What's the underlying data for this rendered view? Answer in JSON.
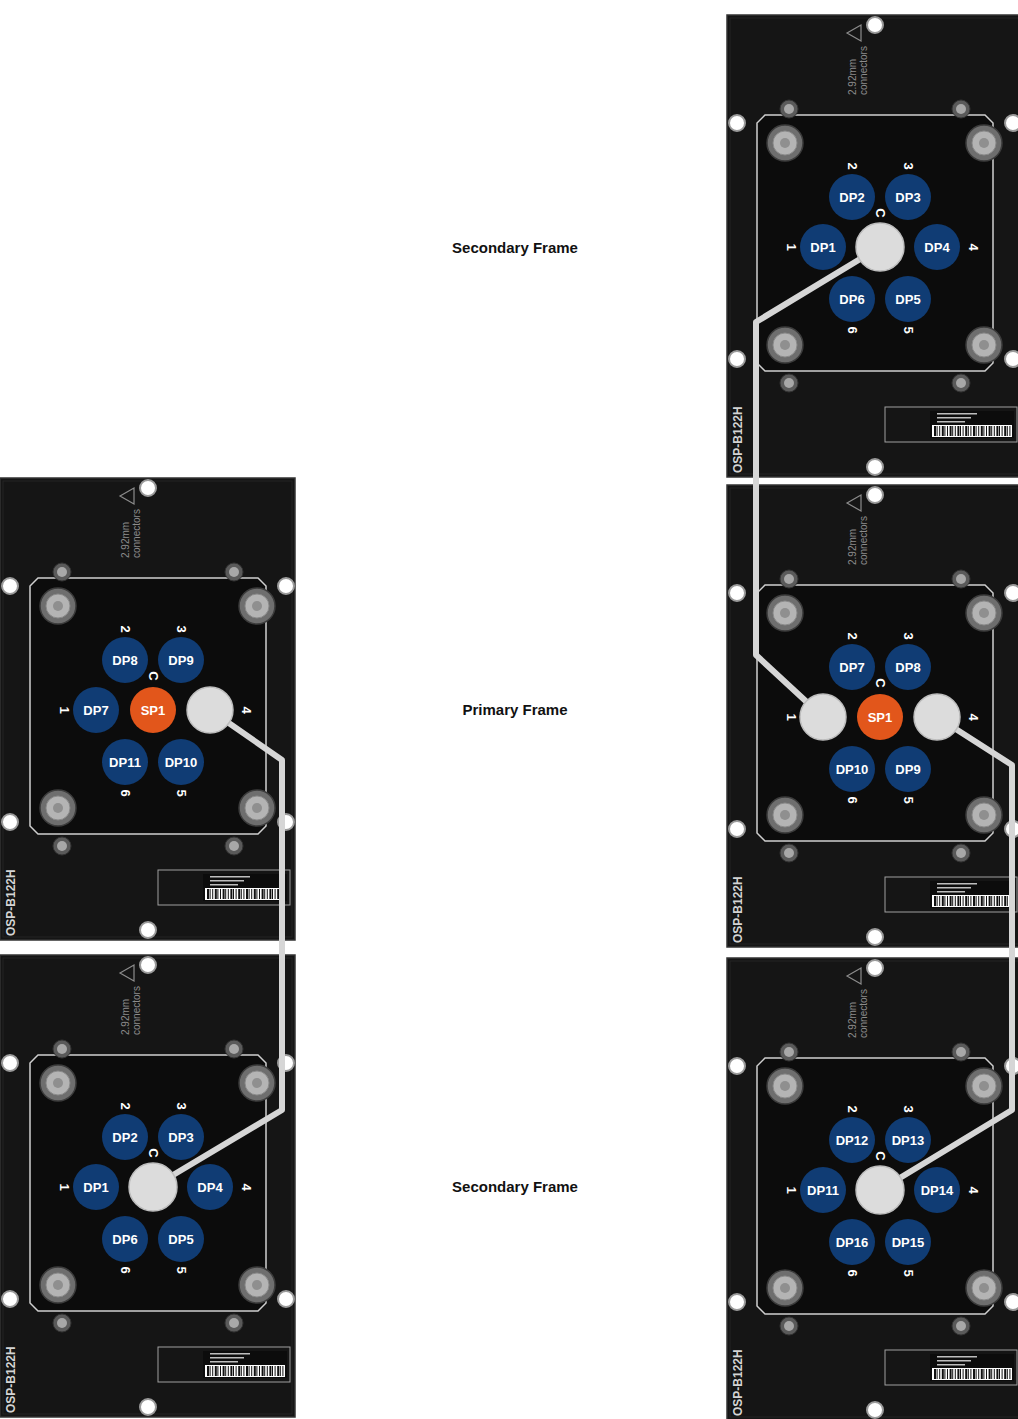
{
  "diagram": {
    "nodes": [
      {
        "text": [
          "2.92mm connectors",
          "OSP-B122H"
        ]
      },
      {
        "text": [
          "DP2"
        ],
        "in": 0
      },
      {
        "text": [
          "DP3"
        ],
        "in": 0
      },
      {
        "text": [
          "DP1"
        ],
        "in": 0
      },
      {
        "text": [
          "DP4"
        ],
        "in": 0
      },
      {
        "text": [
          "DP6"
        ],
        "in": 0
      },
      {
        "text": [
          "DP5"
        ],
        "in": 0
      },
      {
        "text": [
          "2.92mm connectors",
          "OSP-B122H"
        ]
      },
      {
        "text": [
          "DP8"
        ],
        "in": 7
      },
      {
        "text": [
          "DP9"
        ],
        "in": 7
      },
      {
        "text": [
          "DP7"
        ],
        "in": 7
      },
      {
        "text": [
          "SP1"
        ],
        "in": 7
      },
      {
        "text": [
          "DP11"
        ],
        "in": 7
      },
      {
        "text": [
          "DP10"
        ],
        "in": 7
      },
      {
        "text": [
          "2.92mm connectors",
          "OSP-B122H"
        ]
      },
      {
        "text": [
          "DP7"
        ],
        "in": 14
      },
      {
        "text": [
          "DP8"
        ],
        "in": 14
      },
      {
        "text": [
          "SP1"
        ],
        "in": 14
      },
      {
        "text": [
          "DP10"
        ],
        "in": 14
      },
      {
        "text": [
          "DP9"
        ],
        "in": 14
      },
      {
        "text": [
          "2.92mm connectors",
          "OSP-B122H"
        ]
      },
      {
        "text": [
          "DP2"
        ],
        "in": 20
      },
      {
        "text": [
          "DP3"
        ],
        "in": 20
      },
      {
        "text": [
          "DP1"
        ],
        "in": 20
      },
      {
        "text": [
          "DP4"
        ],
        "in": 20
      },
      {
        "text": [
          "DP6"
        ],
        "in": 20
      },
      {
        "text": [
          "DP5"
        ],
        "in": 20
      },
      {
        "text": [
          "2.92mm connectors",
          "OSP-B122H"
        ]
      },
      {
        "text": [
          "DP12"
        ],
        "in": 27
      },
      {
        "text": [
          "DP13"
        ],
        "in": 27
      },
      {
        "text": [
          "DP11"
        ],
        "in": 27
      },
      {
        "text": [
          "DP14"
        ],
        "in": 27
      },
      {
        "text": [
          "DP16"
        ],
        "in": 27
      },
      {
        "text": [
          "DP15"
        ],
        "in": 27
      }
    ],
    "labels": [
      "Secondary Frame",
      "Primary Frame",
      "Secondary Frame",
      "2",
      "3",
      "C",
      "1",
      "4",
      "6",
      "5",
      "2",
      "3",
      "C",
      "1",
      "4",
      "6",
      "5",
      "2",
      "3",
      "C",
      "1",
      "4",
      "6",
      "5",
      "2",
      "3",
      "C",
      "1",
      "4",
      "6",
      "5",
      "2",
      "3",
      "C",
      "1",
      "4",
      "6",
      "5"
    ]
  }
}
